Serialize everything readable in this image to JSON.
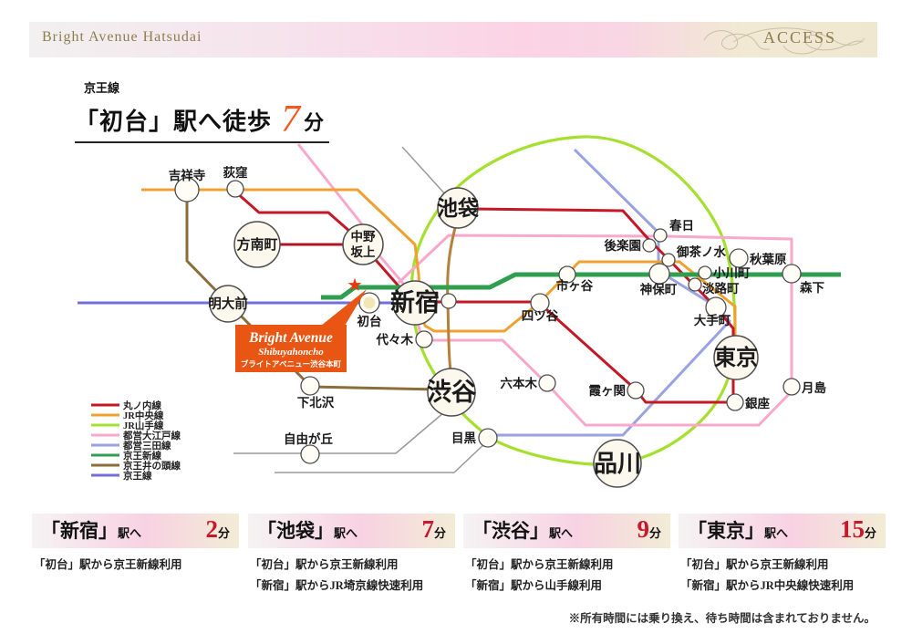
{
  "header": {
    "brand": "Bright Avenue Hatsudai",
    "access_label": "ACCESS"
  },
  "title": {
    "line_small": "京王線",
    "main": "「初台」駅へ徒歩",
    "minutes": "7",
    "unit": "分"
  },
  "property_box": {
    "star": "★",
    "name_en": "Bright Avenue",
    "name_sub": "Shibuyahoncho",
    "name_jp": "ブライトアベニュー渋谷本町"
  },
  "map": {
    "stations": {
      "kichijoji": "吉祥寺",
      "ogikubo": "荻窪",
      "honancho": "方南町",
      "nakano": "中野",
      "sakaue": "坂上",
      "meidaimae": "明大前",
      "hatsudai": "初台",
      "shinjuku": "新宿",
      "yoyogi": "代々木",
      "shimokitazawa": "下北沢",
      "jiyugaoka": "自由が丘",
      "shibuya": "渋谷",
      "meguro": "目黒",
      "ikebukuro": "池袋",
      "yotsuya": "四ツ谷",
      "ichigaya": "市ヶ谷",
      "roppongi": "六本木",
      "kasumigaseki": "霞ヶ関",
      "kasuga": "春日",
      "korakuen": "後楽園",
      "ochanomizu": "御茶ノ水",
      "akihabara": "秋葉原",
      "ogawamachi": "小川町",
      "awajicho": "淡路町",
      "jimbocho": "神保町",
      "morishita": "森下",
      "otemachi": "大手町",
      "tokyo": "東京",
      "ginza": "銀座",
      "tsukishima": "月島",
      "shinagawa": "品川"
    }
  },
  "legend": {
    "items": [
      {
        "label": "丸ノ内線",
        "color": "#c41826"
      },
      {
        "label": "JR中央線",
        "color": "#f0a030"
      },
      {
        "label": "JR山手線",
        "color": "#a5e02f"
      },
      {
        "label": "都営大江戸線",
        "color": "#f8a8cc"
      },
      {
        "label": "都営三田線",
        "color": "#9aa2e0"
      },
      {
        "label": "京王新線",
        "color": "#2f9e4f"
      },
      {
        "label": "京王井の頭線",
        "color": "#8a6d3a"
      },
      {
        "label": "京王線",
        "color": "#7070d8"
      }
    ]
  },
  "colors": {
    "brand_orange": "#e95513",
    "minutes_red": "#c9182b",
    "title_orange": "#f1571f",
    "yamanote_parallel": "#b5803a",
    "connector_gray": "#9a9a9a",
    "marunouchi_branch": "#b01525"
  },
  "cards": [
    {
      "station": "「新宿」",
      "suffix": "駅へ",
      "minutes": "2",
      "unit": "分",
      "notes": [
        "「初台」駅から京王新線利用"
      ]
    },
    {
      "station": "「池袋」",
      "suffix": "駅へ",
      "minutes": "7",
      "unit": "分",
      "notes": [
        "「初台」駅から京王新線利用",
        "「新宿」駅からJR埼京線快速利用"
      ]
    },
    {
      "station": "「渋谷」",
      "suffix": "駅へ",
      "minutes": "9",
      "unit": "分",
      "notes": [
        "「初台」駅から京王新線利用",
        "「新宿」駅から山手線利用"
      ]
    },
    {
      "station": "「東京」",
      "suffix": "駅へ",
      "minutes": "15",
      "unit": "分",
      "notes": [
        "「初台」駅から京王新線利用",
        "「新宿」駅からJR中央線快速利用"
      ]
    }
  ],
  "footer": {
    "note": "※所有時間には乗り換え、待ち時間は含まれておりません。"
  }
}
